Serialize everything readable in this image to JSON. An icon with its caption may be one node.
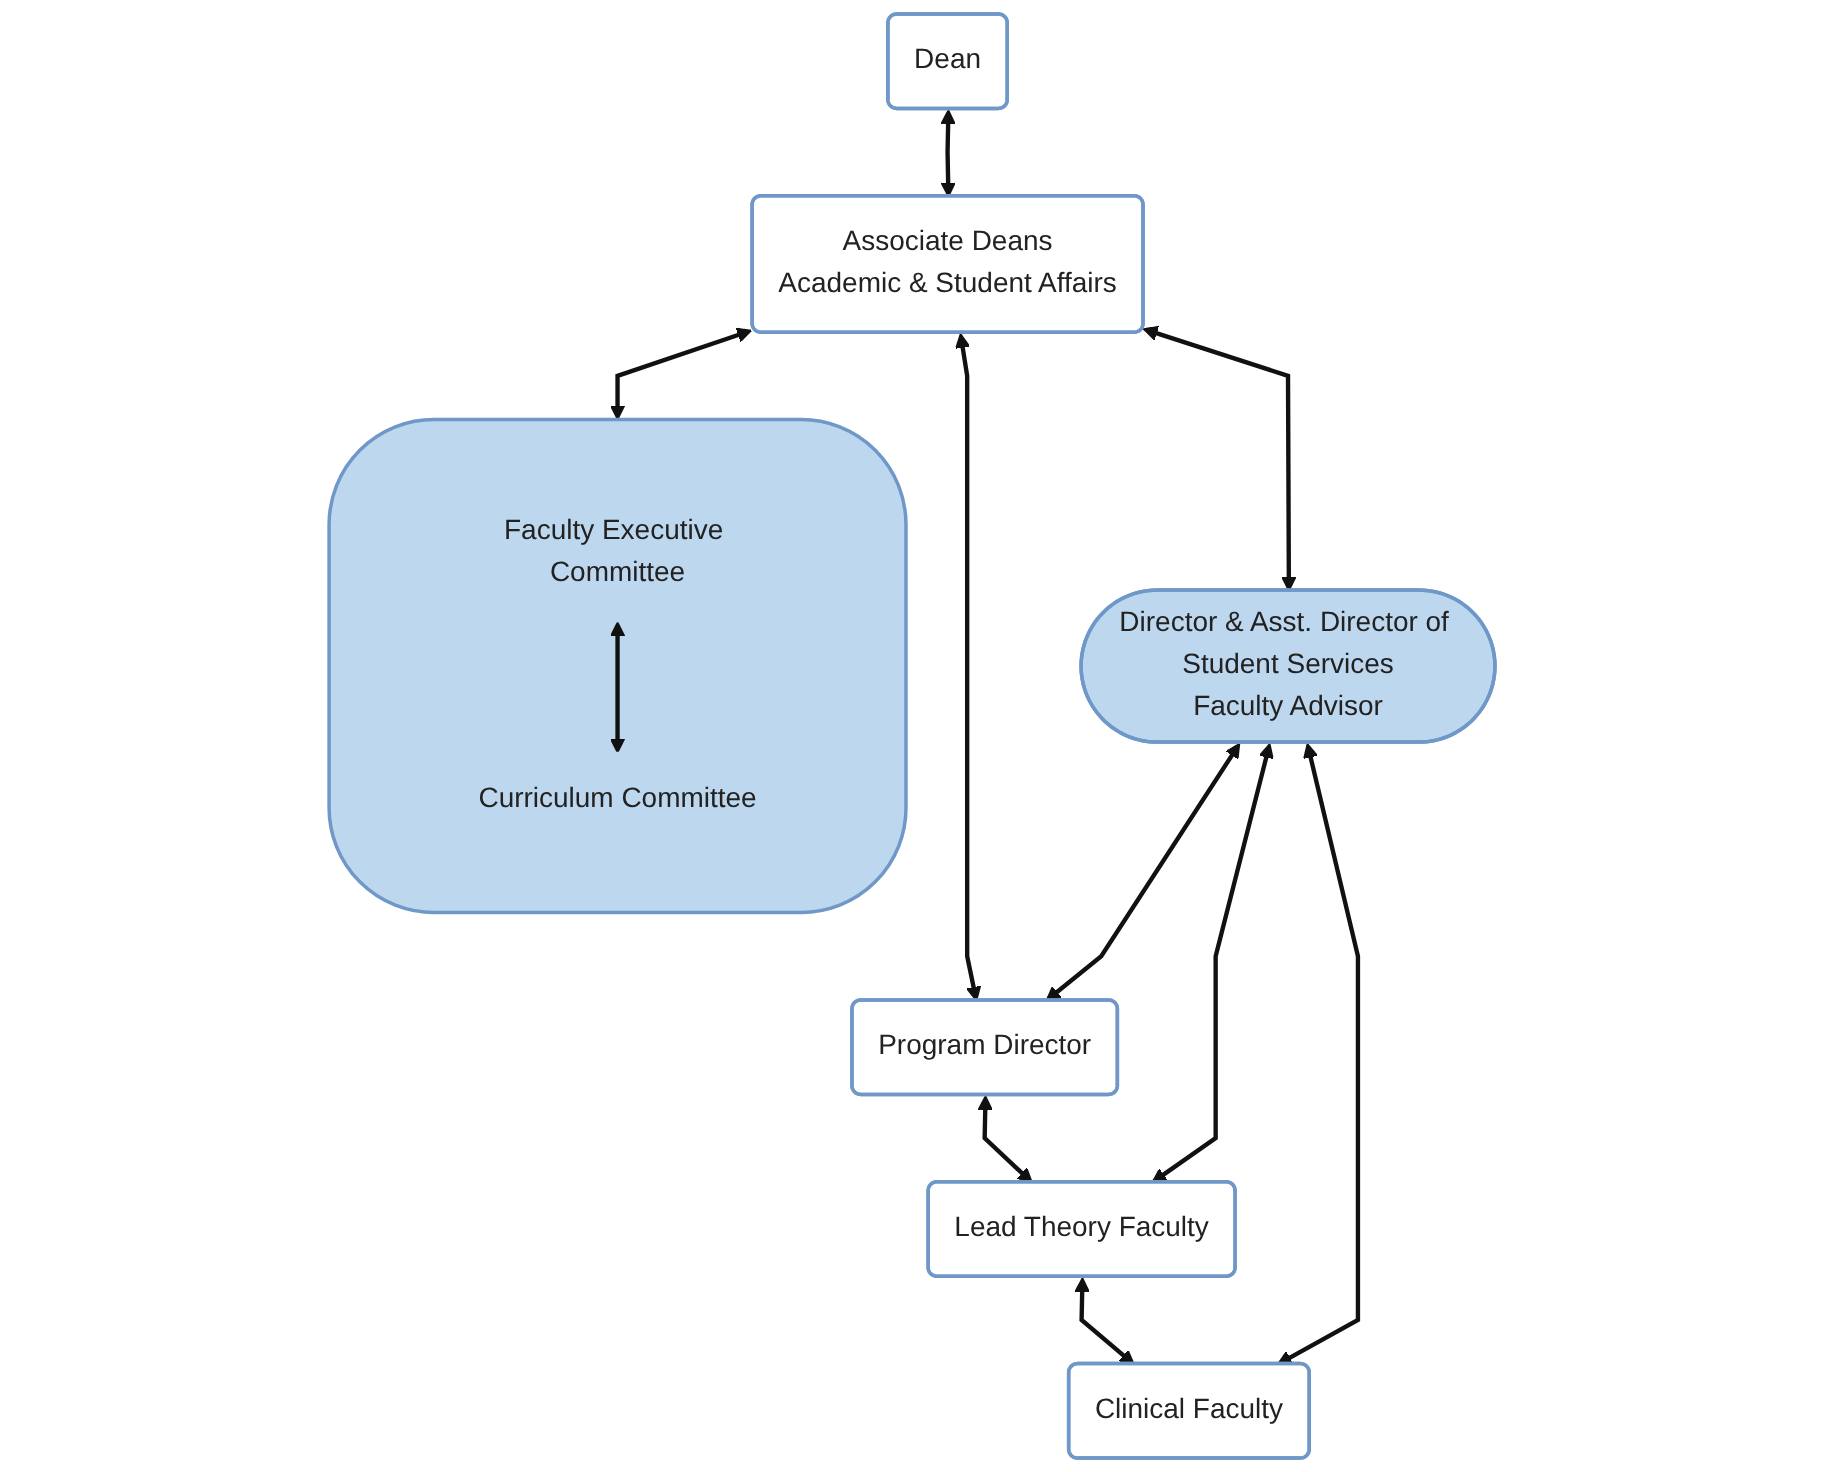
{
  "diagram": {
    "nodes": [
      {
        "text": [
          "Dean"
        ]
      },
      {
        "text": [
          "Associate Deans",
          "Academic & Student Affairs"
        ]
      },
      {
        "text": [
          "Program Director"
        ]
      },
      {
        "text": [
          "Lead Theory Faculty"
        ]
      },
      {
        "text": [
          "Clinical Faculty"
        ]
      },
      {
        "text": [
          "Director & Asst. Director of Student Services",
          "Faculty Advisor"
        ]
      },
      {
        "text": [],
        "shape": "ellipse"
      },
      {
        "text": [
          "Faculty Executive Committee"
        ],
        "in": 6
      },
      {
        "text": [
          "Curriculum Committee"
        ],
        "in": 6
      }
    ],
    "edges": [
      {
        "from": 0,
        "to": 1,
        "arrow": "both"
      },
      {
        "from": 1,
        "to": 2,
        "arrow": "both"
      },
      {
        "from": 2,
        "to": 3,
        "arrow": "both"
      },
      {
        "from": 3,
        "to": 4,
        "arrow": "both"
      },
      {
        "from": 1,
        "to": 5,
        "arrow": "both"
      },
      {
        "from": 5,
        "to": 2,
        "arrow": "both"
      },
      {
        "from": 5,
        "to": 3,
        "arrow": "both"
      },
      {
        "from": 5,
        "to": 4,
        "arrow": "both"
      },
      {
        "from": 1,
        "to": 6,
        "arrow": "both"
      },
      {
        "from": 7,
        "to": 8,
        "arrow": "both"
      }
    ]
  }
}
